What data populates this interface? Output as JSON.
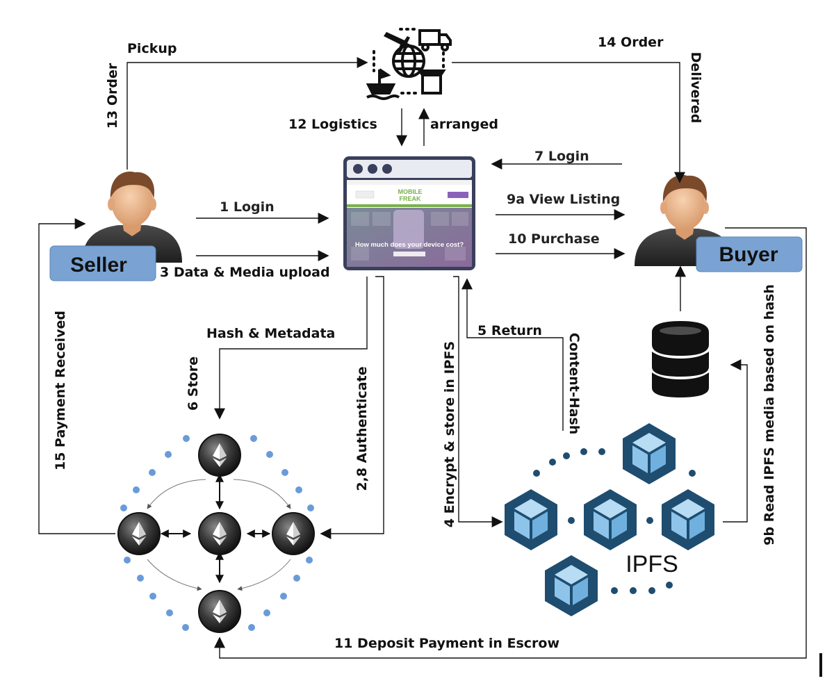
{
  "actors": {
    "seller": "Seller",
    "buyer": "Buyer"
  },
  "storage": {
    "ipfs": "IPFS"
  },
  "marketplace_preview": {
    "brand_line1": "MOBILE",
    "brand_line2": "FREAK",
    "hero_text": "How much does your device cost?"
  },
  "flows": {
    "pickup": "Pickup",
    "order_13": "13 Order",
    "order_14": "14  Order",
    "delivered": "Delivered",
    "logistics_12": "12 Logistics",
    "arranged": "arranged",
    "login_7": "7 Login",
    "login_1": "1 Login",
    "view_listing_9a": "9a View Listing",
    "purchase_10": "10 Purchase",
    "upload_3": "3 Data & Media upload",
    "hash_metadata": "Hash & Metadata",
    "store_6": "6 Store",
    "authenticate_2_8": "2,8  Authenticate",
    "return_5": "5 Return",
    "content_hash": "Content-Hash",
    "encrypt_4": "4 Encrypt & store in IPFS",
    "read_ipfs_9b": "9b Read IPFS media based on hash",
    "payment_15": "15 Payment Received",
    "escrow_11": "11  Deposit Payment in Escrow"
  },
  "colors": {
    "label_box": "#7aa3d3",
    "ipfs_dark": "#1e4d70",
    "ipfs_light": "#8ec4ea",
    "network_dot": "#6a9bd8",
    "node_dark": "#2f2f2f",
    "preview_header": "#3a3f5c",
    "preview_green": "#78b04a"
  }
}
